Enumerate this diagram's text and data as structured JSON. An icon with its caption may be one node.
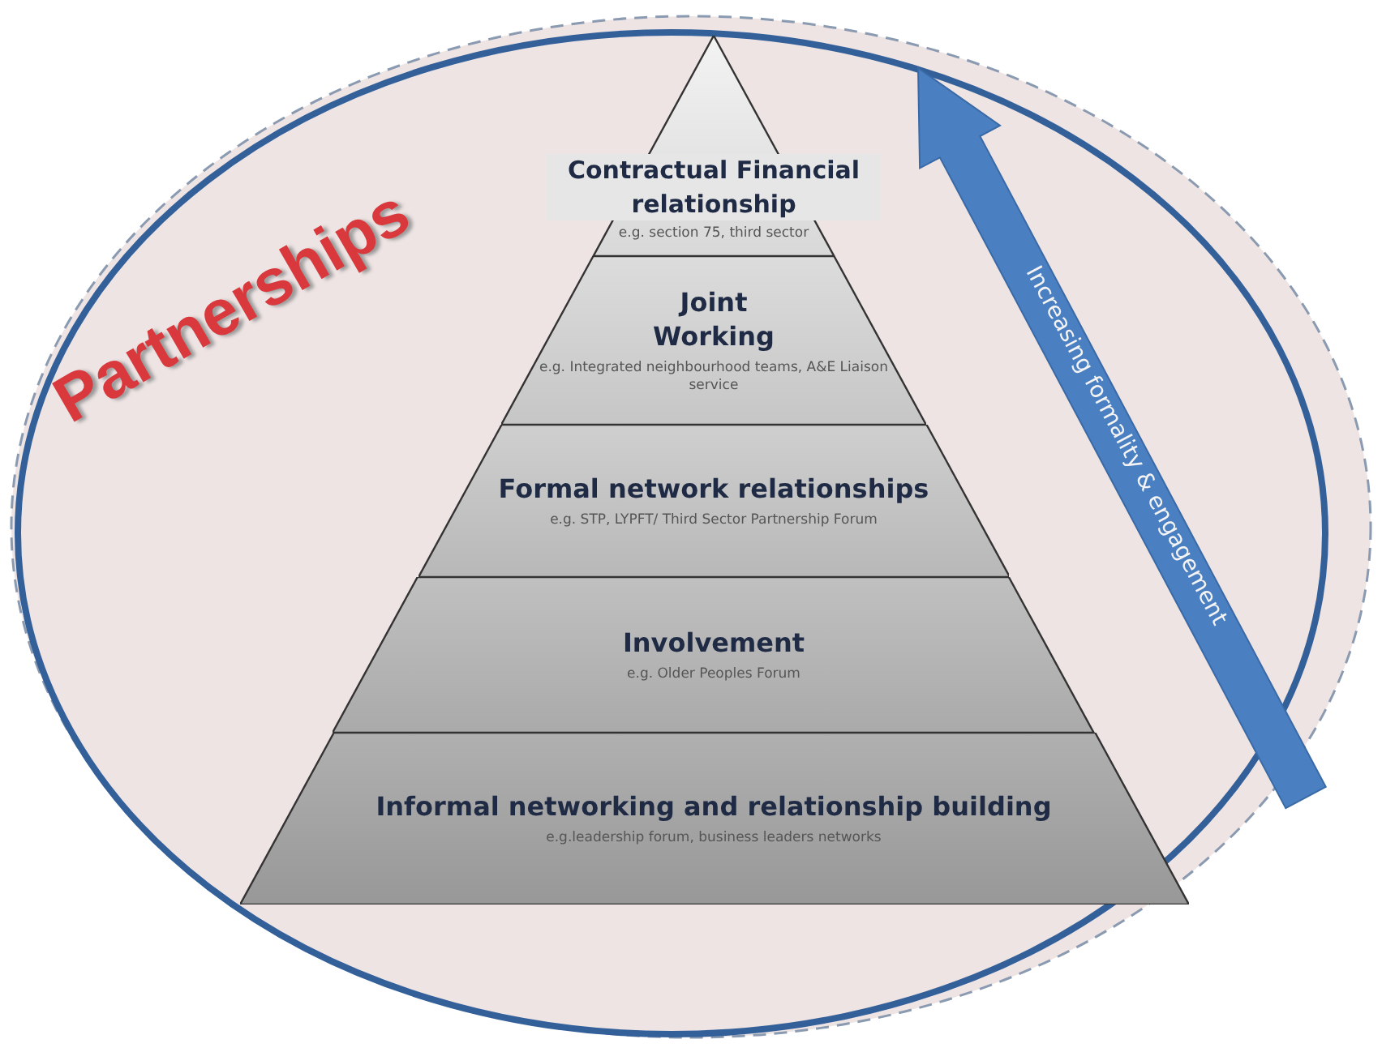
{
  "diagram": {
    "nodes": [
      {
        "text": [
          "Partnerships"
        ]
      },
      {
        "text": [
          "Contractual Financial relationship",
          "e.g. section 75, third sector"
        ],
        "in": 0
      },
      {
        "text": [
          "Joint Working",
          "e.g. Integrated neighbourhood teams, A&E Liaison service"
        ],
        "in": 0
      },
      {
        "text": [
          "Formal network relationships",
          "e.g. STP, LYPFT/ Third Sector Partnership Forum"
        ],
        "in": 0
      },
      {
        "text": [
          "Involvement",
          "e.g. Older Peoples Forum"
        ],
        "in": 0
      },
      {
        "text": [
          "Informal networking and relationship building",
          "e.g.leadership forum, business leaders networks"
        ],
        "in": 0
      }
    ],
    "edges": [],
    "labels": [
      "Increasing formality & engagement"
    ]
  }
}
